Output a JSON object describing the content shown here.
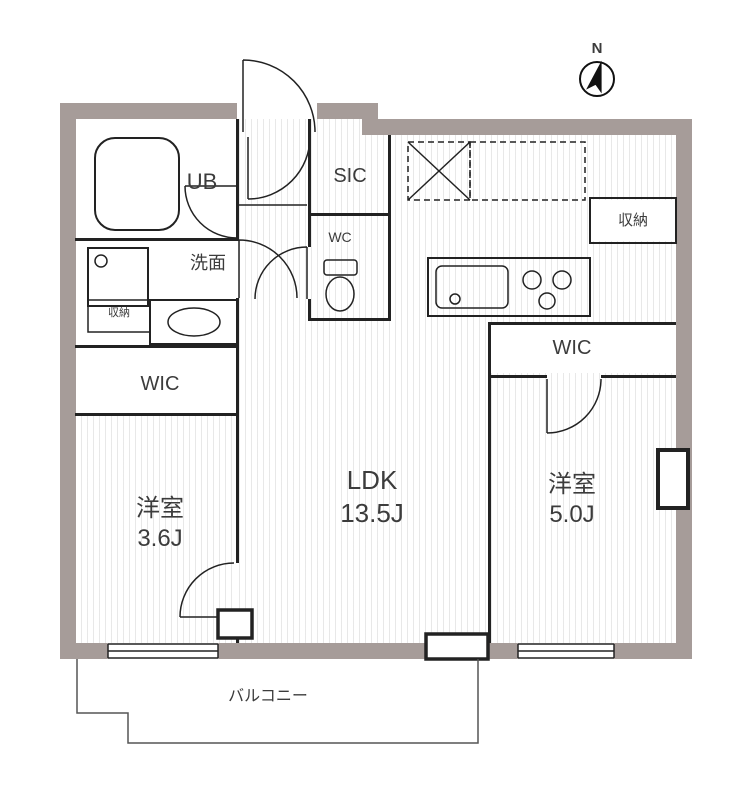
{
  "compass": {
    "label": "N"
  },
  "rooms": {
    "ub": {
      "label": "UB"
    },
    "washroom": {
      "label": "洗面"
    },
    "storage_small": {
      "label": "収納"
    },
    "wic_left": {
      "label": "WIC"
    },
    "bedroom_left": {
      "name": "洋室",
      "size": "3.6J"
    },
    "sic": {
      "label": "SIC"
    },
    "wc": {
      "label": "WC"
    },
    "storage_right": {
      "label": "収納"
    },
    "wic_right": {
      "label": "WIC"
    },
    "ldk": {
      "name": "LDK",
      "size": "13.5J"
    },
    "bedroom_right": {
      "name": "洋室",
      "size": "5.0J"
    },
    "balcony": {
      "label": "バルコニー"
    }
  },
  "colors": {
    "outer_wall": "#a69c99",
    "line": "#222222",
    "text": "#3c3c3c"
  }
}
